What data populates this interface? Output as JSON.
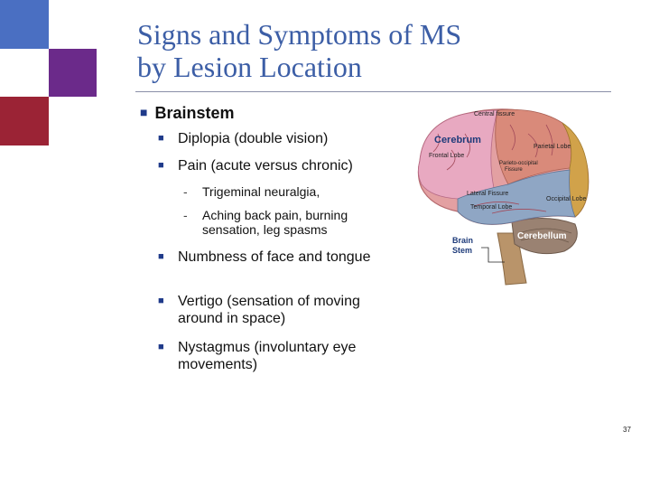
{
  "slide": {
    "title_lines": [
      "Signs and Symptoms of MS",
      "by Lesion Location"
    ],
    "heading": "Brainstem",
    "bullets": [
      "Diplopia (double vision)",
      "Pain (acute versus chronic)",
      "Numbness of face and tongue",
      "Vertigo (sensation of moving around in space)",
      "Nystagmus (involuntary eye movements)"
    ],
    "sub_bullets": [
      "Trigeminal neuralgia,",
      "Aching back pain, burning sensation, leg spasms"
    ],
    "page_number": "37"
  },
  "brain_image": {
    "labels": {
      "central_fissure": "Central fissure",
      "cerebrum": "Cerebrum",
      "parietal_lobe": "Parietal Lobe",
      "frontal_lobe": "Frontal Lobe",
      "lateral_fissure": "Lateral Fissure",
      "occipital_lobe": "Occipital Lobe",
      "temporal_lobe": "Temporal Lobe",
      "cerebellum": "Cerebellum",
      "brain": "Brain",
      "stem": "Stem",
      "parieto_occipital": "Parieto-occipital",
      "fissure": "Fissure"
    }
  },
  "colors": {
    "title": "#3c5ea6",
    "square_blue": "#4a6fc2",
    "square_purple": "#6b2a8a",
    "square_red": "#9b2335",
    "bullet": "#1f3a8a"
  }
}
